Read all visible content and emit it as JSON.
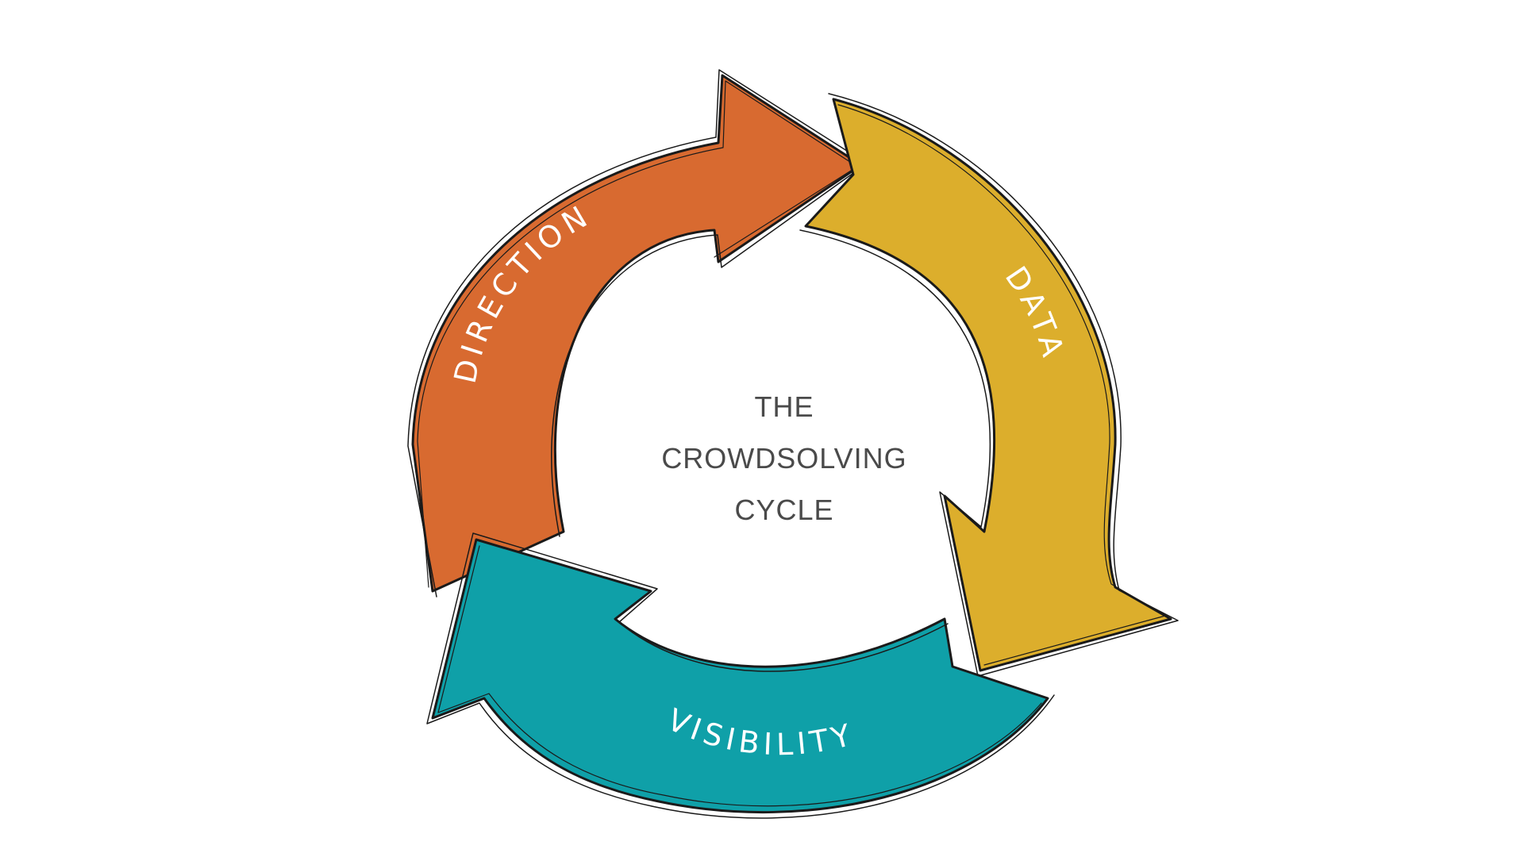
{
  "diagram": {
    "center_lines": [
      "THE",
      "CROWDSOLVING",
      "CYCLE"
    ],
    "arrows": [
      {
        "label": "DIRECTION",
        "color": "#d86a30"
      },
      {
        "label": "DATA",
        "color": "#dcae2c"
      },
      {
        "label": "VISIBILITY",
        "color": "#0fa0a8"
      }
    ],
    "text_color": "#4a4a4a",
    "outline_color": "#1a1a1a"
  }
}
